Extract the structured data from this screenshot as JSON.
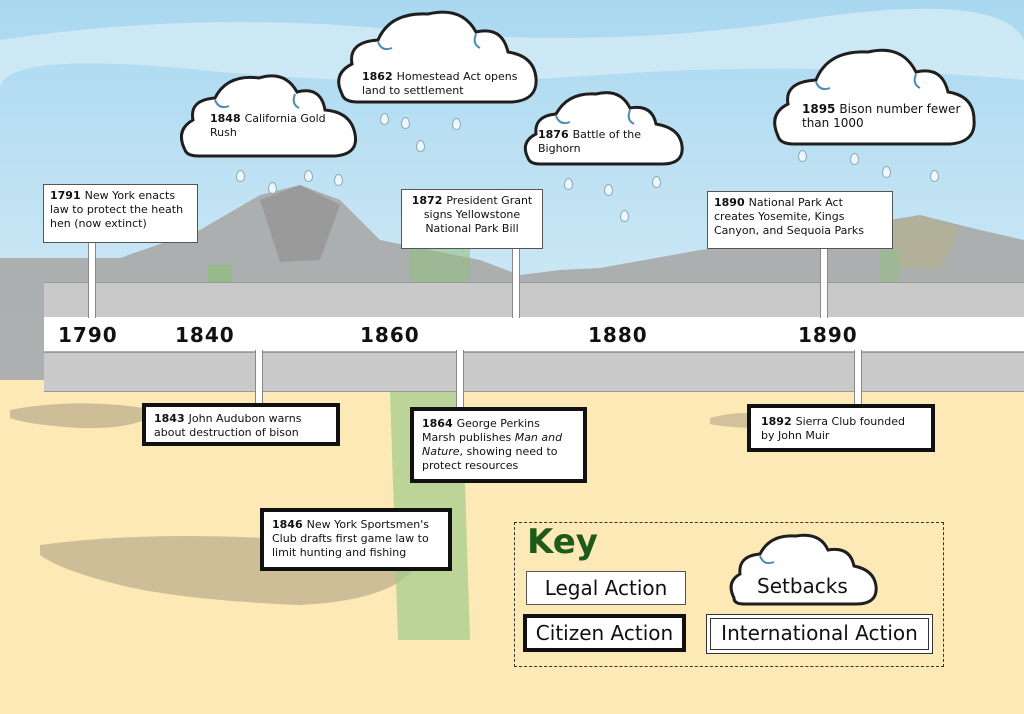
{
  "timeline": {
    "years": [
      "1790",
      "1840",
      "1860",
      "1880",
      "1890"
    ]
  },
  "events_above": [
    {
      "year": "1791",
      "text": "New York enacts law to protect the heath hen (now extinct)",
      "type": "legal"
    },
    {
      "year": "1872",
      "text": "President Grant signs Yellowstone National Park Bill",
      "type": "legal"
    },
    {
      "year": "1890",
      "text": "National Park Act creates Yosemite, Kings Canyon, and Sequoia Parks",
      "type": "legal"
    }
  ],
  "events_below": [
    {
      "year": "1843",
      "text": "John Audubon warns about destruction of bison",
      "type": "citizen"
    },
    {
      "year": "1864",
      "text_pre": "George Perkins Marsh publishes ",
      "text_italic": "Man and Nature",
      "text_post": ", showing need to protect resources",
      "type": "citizen"
    },
    {
      "year": "1892",
      "text": "Sierra Club founded by John Muir",
      "type": "citizen"
    },
    {
      "year": "1846",
      "text": "New York Sportsmen's Club drafts first game law to limit hunting and fishing",
      "type": "citizen"
    }
  ],
  "setbacks": [
    {
      "year": "1848",
      "text": "California Gold Rush"
    },
    {
      "year": "1862",
      "text": "Homestead Act opens land to settlement"
    },
    {
      "year": "1876",
      "text": "Battle of the Bighorn"
    },
    {
      "year": "1895",
      "text": "Bison number fewer than 1000"
    }
  ],
  "key": {
    "title": "Key",
    "legal": "Legal Action",
    "setbacks": "Setbacks",
    "citizen": "Citizen Action",
    "international": "International Action"
  },
  "colors": {
    "sky": "#bfe0f2",
    "sand": "#fde9b6",
    "key_title": "#1e5a1a",
    "cloud_stroke": "#2a2a2a",
    "cloud_accent": "#4a8fb0"
  }
}
